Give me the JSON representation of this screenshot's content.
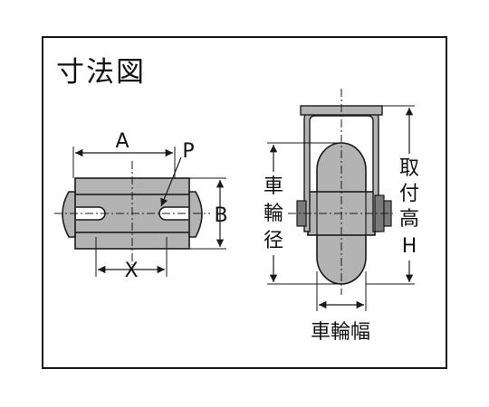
{
  "title": "寸法図",
  "labels": {
    "a": "A",
    "p": "P",
    "b": "B",
    "x": "X",
    "wheel_diameter": [
      "車",
      "輪",
      "径"
    ],
    "mounting_height": [
      "取",
      "付",
      "高",
      "H"
    ],
    "wheel_width": "車輪幅"
  },
  "colors": {
    "line": "#1a1a1a",
    "fill": "#b3b3b3",
    "fill_dark": "#7a7a7a"
  }
}
